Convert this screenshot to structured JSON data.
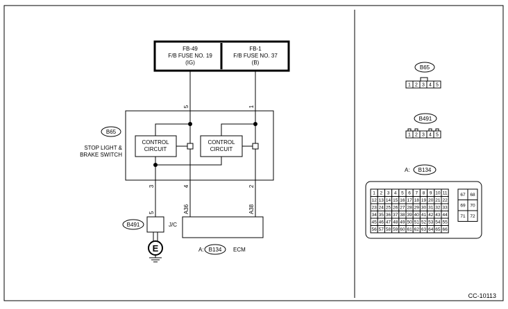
{
  "fuse_left": {
    "line1": "FB-49",
    "line2": "F/B FUSE NO. 19",
    "line3": "(IG)"
  },
  "fuse_right": {
    "line1": "FB-1",
    "line2": "F/B FUSE NO. 37",
    "line3": "(B)"
  },
  "switch": {
    "connector": "B65",
    "name_line1": "STOP LIGHT &",
    "name_line2": "BRAKE SWITCH"
  },
  "control_circuit": {
    "line1": "CONTROL",
    "line2": "CIRCUIT"
  },
  "pins": {
    "p5": "5",
    "p1": "1",
    "p3": "3",
    "p4": "4",
    "p2": "2",
    "jc_pin": "5"
  },
  "jc": {
    "connector": "B491",
    "label": "J/C"
  },
  "ground": {
    "symbol": "E"
  },
  "ecm": {
    "prefix": "A:",
    "connector": "B134",
    "label": "ECM",
    "pin_a36": "A36",
    "pin_a38": "A38"
  },
  "connectors_panel": {
    "b65": {
      "label": "B65",
      "pins": [
        "1",
        "2",
        "3",
        "4",
        "5"
      ]
    },
    "b491": {
      "label": "B491",
      "pins": [
        "1",
        "2",
        "3",
        "4",
        "5"
      ]
    },
    "b134": {
      "prefix": "A:",
      "label": "B134",
      "rows": [
        [
          "1",
          "2",
          "3",
          "4",
          "5",
          "6",
          "7",
          "8",
          "9",
          "10",
          "11"
        ],
        [
          "12",
          "13",
          "14",
          "15",
          "16",
          "17",
          "18",
          "19",
          "20",
          "21",
          "22"
        ],
        [
          "23",
          "24",
          "25",
          "26",
          "27",
          "28",
          "29",
          "30",
          "31",
          "32",
          "33"
        ],
        [
          "34",
          "35",
          "36",
          "37",
          "38",
          "39",
          "40",
          "41",
          "42",
          "43",
          "44"
        ],
        [
          "45",
          "46",
          "47",
          "48",
          "49",
          "50",
          "51",
          "52",
          "53",
          "54",
          "55"
        ],
        [
          "56",
          "57",
          "58",
          "59",
          "60",
          "61",
          "62",
          "63",
          "64",
          "65",
          "66"
        ]
      ],
      "side": [
        "67",
        "68",
        "69",
        "70",
        "71",
        "72"
      ]
    }
  },
  "footer_code": "CC-10113"
}
